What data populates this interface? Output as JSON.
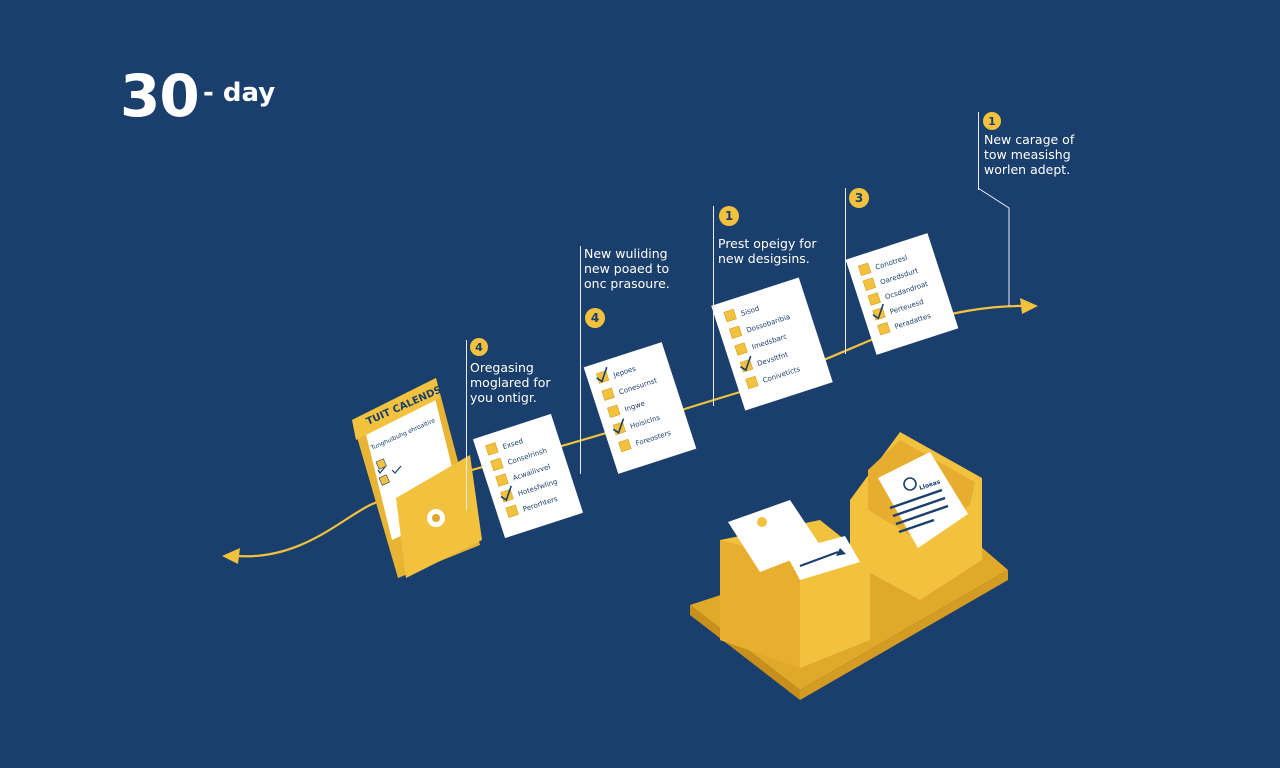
{
  "title": {
    "number": "30",
    "suffix": "- day"
  },
  "calendar": {
    "header": "TUIT CALENDS",
    "subheader": "Tunghuibuhg ehroaltire"
  },
  "milestones": [
    {
      "badge": "4",
      "text": "Oregasing\nmoglared for\nyou ontigr."
    },
    {
      "badge": "4",
      "text": "New wuliding\nnew poaed to\nonc prasoure."
    },
    {
      "badge": "1",
      "text": "Prest opeigy for\nnew desigsins."
    },
    {
      "badge": "3",
      "text": ""
    },
    {
      "badge": "1",
      "text": "New carage of\ntow measishg\nworlen adept."
    }
  ],
  "checklists": [
    [
      "Exsed",
      "Conselrinsh",
      "Acwailivvel",
      "Hotesfwling",
      "Perorhters"
    ],
    [
      "Jepoes",
      "Conesurnst",
      "Ingwe",
      "Hoisiclns",
      "Foreosters"
    ],
    [
      "Sisod",
      "Dossobaribia",
      "Imedsbarc",
      "Devsltfnt",
      "Coniveticts"
    ],
    [
      "Conotresl",
      "Oaredsdurt",
      "Ocsdandroat",
      "Perteuesd",
      "Peradattes"
    ]
  ],
  "documents": {
    "label": "Lloeas"
  },
  "colors": {
    "background": "#1b3f6c",
    "accent": "#f2c23e",
    "accent_dark": "#e0a92a",
    "paper": "#ffffff",
    "ink": "#1b3f6c"
  }
}
